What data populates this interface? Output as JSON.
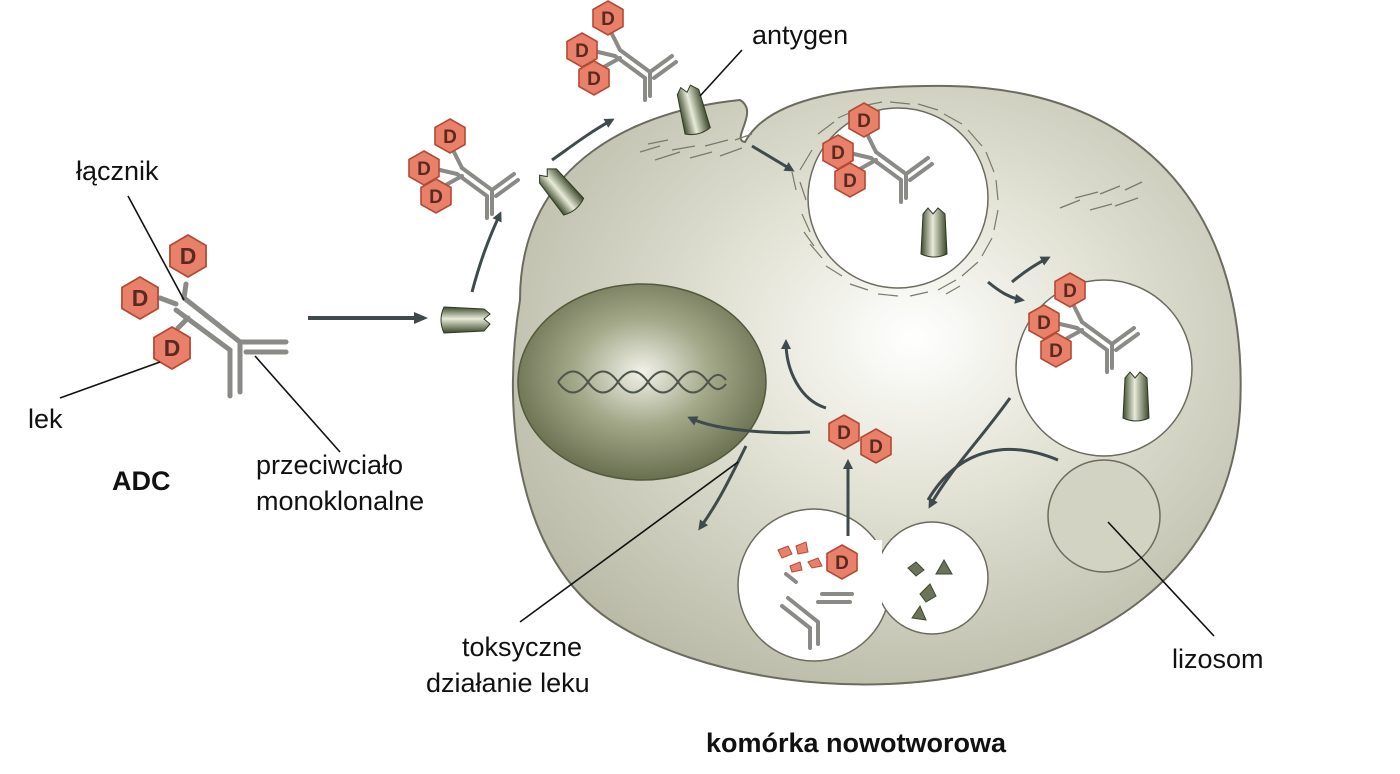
{
  "labels": {
    "linker": "łącznik",
    "drug": "lek",
    "adc": "ADC",
    "antibody_line1": "przeciwciało",
    "antibody_line2": "monoklonalne",
    "antigen": "antygen",
    "toxic_line1": "toksyczne",
    "toxic_line2": "działanie leku",
    "lysosome": "lizosom",
    "cell": "komórka nowotworowa"
  },
  "drug_symbol": "D",
  "colors": {
    "cell_fill": "#c9c9b7",
    "cell_stroke": "#6b6b5e",
    "nucleus": "#6f7656",
    "drug_fill": "#e9806a",
    "drug_stroke": "#b24a36",
    "antibody": "#8a8a86",
    "antigen": "#4c5a3a",
    "arrow": "#3f4a4c"
  }
}
